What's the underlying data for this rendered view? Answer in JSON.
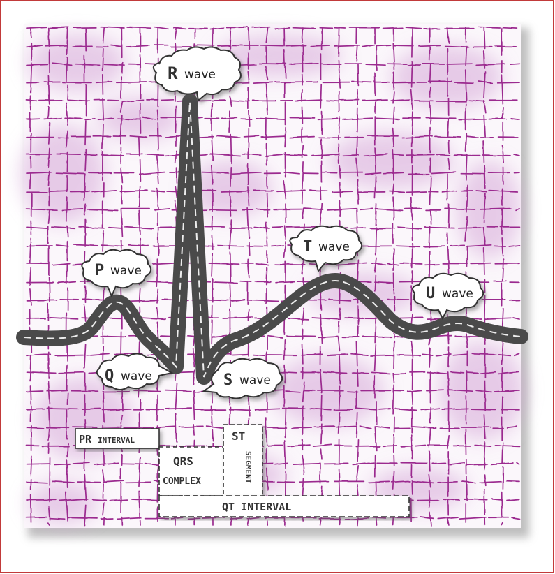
{
  "colors": {
    "grid_line": "#9b2a8f",
    "paper": "#fbf7fb",
    "smudge": "#d6a7d8",
    "trace": "#4a4a4a",
    "border": "#c23a3a"
  },
  "waves": {
    "r": {
      "letter": "R",
      "word": "wave"
    },
    "p": {
      "letter": "P",
      "word": "wave"
    },
    "t": {
      "letter": "T",
      "word": "wave"
    },
    "u": {
      "letter": "U",
      "word": "wave"
    },
    "q": {
      "letter": "Q",
      "word": "wave"
    },
    "s": {
      "letter": "S",
      "word": "wave"
    }
  },
  "intervals": {
    "pr": {
      "label_a": "PR",
      "label_b": "INTERVAL"
    },
    "qrs": {
      "line1": "QRS",
      "line2": "COMPLEX"
    },
    "st": {
      "line1": "ST",
      "vertical": "SEGMENT"
    },
    "qt": {
      "label": "QT INTERVAL"
    }
  }
}
